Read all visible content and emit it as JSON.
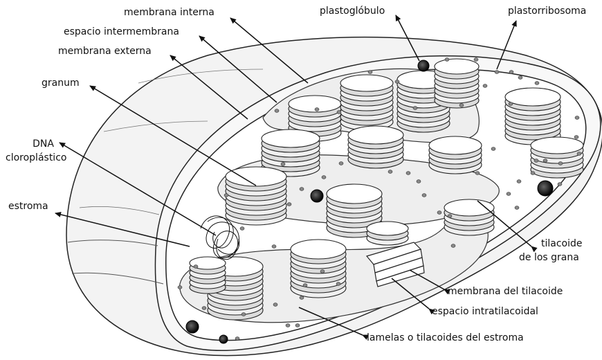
{
  "labels": {
    "membrana_interna": "membrana interna",
    "espacio_intermembrana": "espacio intermembrana",
    "membrana_externa": "membrana externa",
    "granum": "granum",
    "dna_line1": "DNA",
    "dna_line2": "cloroplástico",
    "estroma": "estroma",
    "plastoglobulo": "plastoglóbulo",
    "plastorribosoma": "plastorribosoma",
    "tilacoide_line1": "tilacoide",
    "tilacoide_line2": "de los grana",
    "membrana_tilacoide": "membrana del tilacoide",
    "espacio_intratilacoidal": "espacio intratilacoidal",
    "lamelas": "lamelas  o  tilacoides del estroma"
  },
  "colors": {
    "ink": "#111111",
    "stroke": "#2a2a2a",
    "fill_light": "#f4f4f4",
    "fill_mid": "#e6e6e6",
    "fill_dark": "#cfcfcf"
  }
}
